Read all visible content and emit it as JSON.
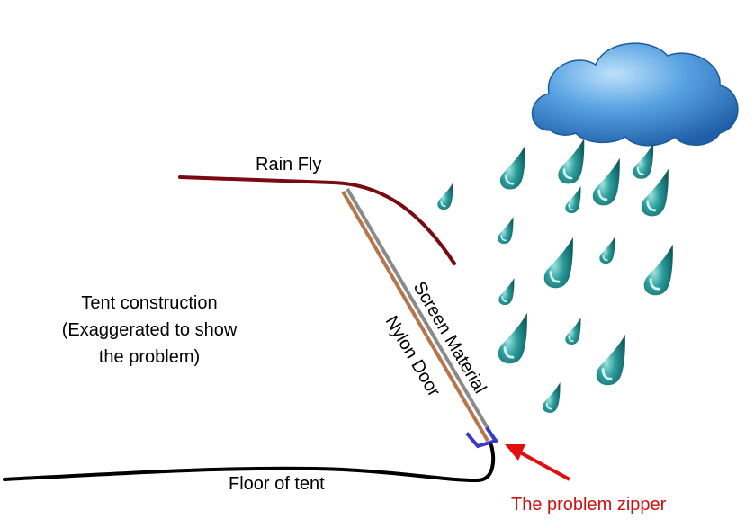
{
  "labels": {
    "rain_fly": "Rain Fly",
    "screen_material": "Screen Material",
    "nylon_door": "Nylon Door",
    "floor": "Floor of tent",
    "caption_line1": "Tent construction",
    "caption_line2": "(Exaggerated to show",
    "caption_line3": "the problem)",
    "problem_zipper": "The problem zipper"
  },
  "colors": {
    "rain_fly": "#7a0a12",
    "screen": "#8a8a8a",
    "nylon": "#b7754b",
    "zipper": "#3a3ac8",
    "floor": "#000000",
    "arrow": "#e01010",
    "problem_text": "#d01010",
    "cloud": "#3d8fd6",
    "raindrop": "#2a8c8c"
  },
  "icons": {
    "cloud": "cloud-icon",
    "raindrop": "raindrop-icon"
  }
}
